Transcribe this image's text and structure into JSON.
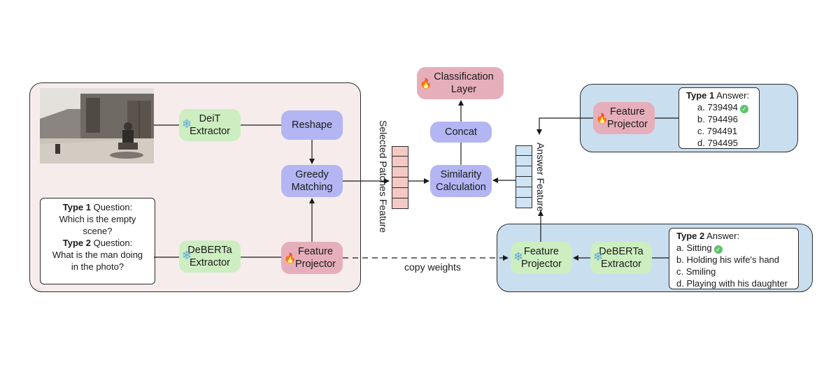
{
  "left": {
    "deit": "DeiT\nExtractor",
    "reshape": "Reshape",
    "greedy": "Greedy\nMatching",
    "deberta": "DeBERTa\nExtractor",
    "projector": "Feature\nProjector",
    "questions": [
      {
        "bold": "Type 1",
        "text": " Question:"
      },
      {
        "bold": "",
        "text": "Which is the empty"
      },
      {
        "bold": "",
        "text": "scene?"
      },
      {
        "bold": "Type 2",
        "text": " Question:"
      },
      {
        "bold": "",
        "text": "What is the man doing"
      },
      {
        "bold": "",
        "text": "in the photo?"
      }
    ]
  },
  "center": {
    "selected_label": "Selected Patches Feature",
    "similarity": "Similarity\nCalculation",
    "concat": "Concat",
    "classification": "Classification\nLayer",
    "answer_label": "Answer Feature",
    "copy_weights": "copy weights"
  },
  "top_right": {
    "projector": "Feature\nProjector",
    "answer_title_bold": "Type 1",
    "answer_title_rest": " Answer:",
    "options": [
      "a. 739494",
      "b. 794496",
      "c. 794491",
      "d. 794495"
    ],
    "correct_index": 0
  },
  "bottom_right": {
    "projector": "Feature\nProjector",
    "deberta": "DeBERTa\nExtractor",
    "answer_title_bold": "Type 2",
    "answer_title_rest": " Answer:",
    "options": [
      "a. Sitting",
      "b. Holding his wife's hand",
      "c. Smiling",
      "d. Playing with his daughter"
    ],
    "correct_index": 0
  },
  "icons": {
    "frozen": "snowflake-icon",
    "trainable": "fire-icon",
    "correct": "check-icon"
  },
  "colors": {
    "frozen_node": "#cdeec0",
    "processing_node": "#b3b6f2",
    "trainable_node": "#e6aebb",
    "left_panel": "#f6ecec",
    "right_panel": "#c9deef",
    "patch_feature": "#f4c9c4",
    "answer_feature": "#cfe3f2"
  }
}
